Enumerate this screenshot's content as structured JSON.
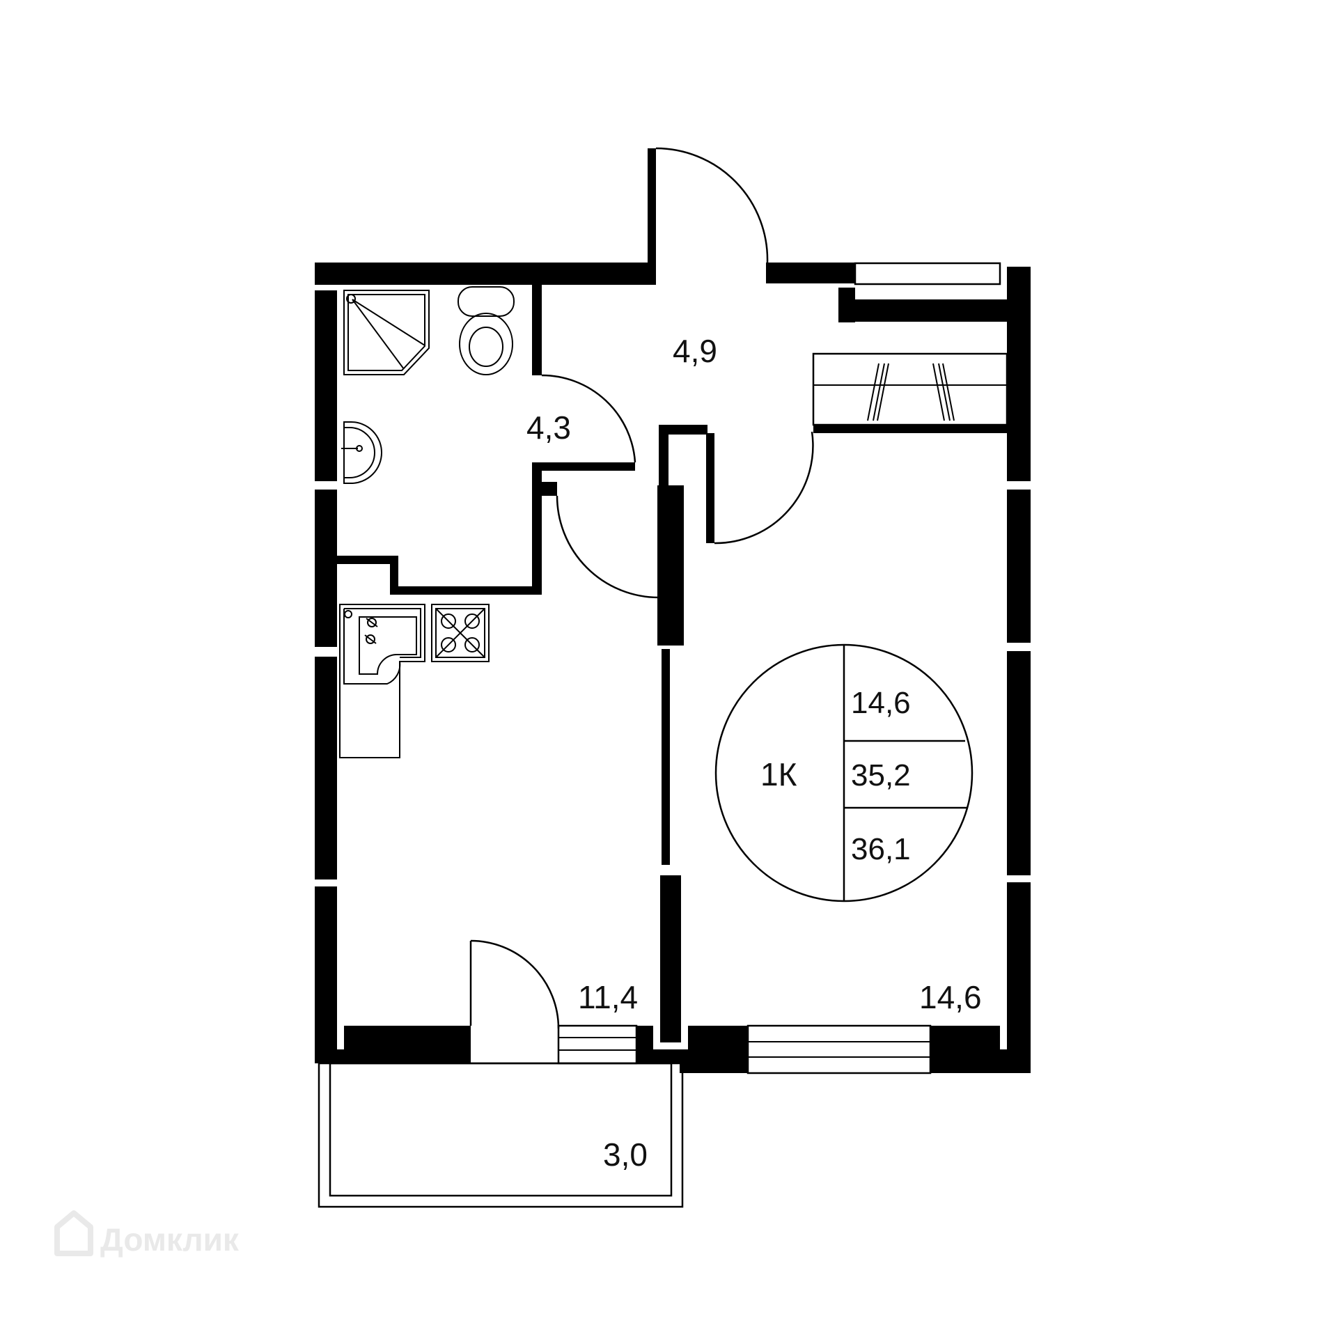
{
  "rooms": {
    "hall": "4,9",
    "bathroom": "4,3",
    "kitchen": "11,4",
    "living_room": "14,6",
    "balcony": "3,0"
  },
  "summary": {
    "type": "1К",
    "living_area": "14,6",
    "total_area": "35,2",
    "total_with_balcony": "36,1"
  },
  "watermark": {
    "text": "Домклик",
    "icon": "house-icon"
  },
  "colors": {
    "wall": "#000000",
    "background": "#ffffff",
    "watermark": "#e9e9e9"
  }
}
